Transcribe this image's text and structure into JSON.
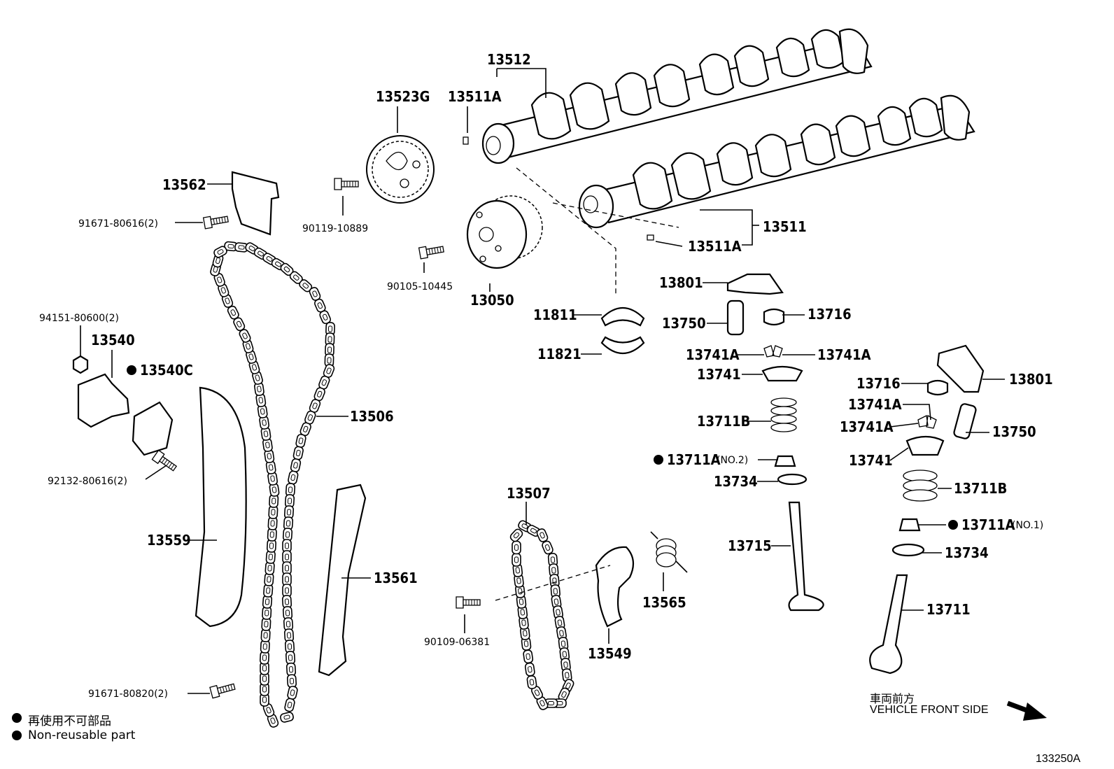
{
  "labels": {
    "p13512": "13512",
    "p13523G": "13523G",
    "p13511A_top": "13511A",
    "p13562": "13562",
    "p91671_80616": "91671-80616(2)",
    "p90119": "90119-10889",
    "p90105": "90105-10445",
    "p13050": "13050",
    "p13511": "13511",
    "p13511A_low": "13511A",
    "p13801_a": "13801",
    "p13716_a": "13716",
    "p13750_a": "13750",
    "p11811": "11811",
    "p11821": "11821",
    "p13741A_l": "13741A",
    "p13741A_r": "13741A",
    "p13741_a": "13741",
    "p13711B_a": "13711B",
    "p13711A_no2": "13711A",
    "p13711A_no2_suffix": "(NO.2)",
    "p13734_a": "13734",
    "p13715": "13715",
    "p13716_b": "13716",
    "p13801_b": "13801",
    "p13741A_b1": "13741A",
    "p13741A_b2": "13741A",
    "p13750_b": "13750",
    "p13741_b": "13741",
    "p13711B_b": "13711B",
    "p13711A_no1": "13711A",
    "p13711A_no1_suffix": "(NO.1)",
    "p13734_b": "13734",
    "p13711": "13711",
    "p94151": "94151-80600(2)",
    "p13540": "13540",
    "p13540C": "13540C",
    "p92132": "92132-80616(2)",
    "p13506": "13506",
    "p13559": "13559",
    "p13561": "13561",
    "p13507": "13507",
    "p90109": "90109-06381",
    "p13549": "13549",
    "p13565": "13565",
    "p91671_80820": "91671-80820(2)"
  },
  "legend": {
    "jp": "再使用不可部品",
    "en": "Non-reusable part"
  },
  "orientation": {
    "jp": "車両前方",
    "en": "VEHICLE FRONT SIDE"
  },
  "figure_id": "133250A"
}
